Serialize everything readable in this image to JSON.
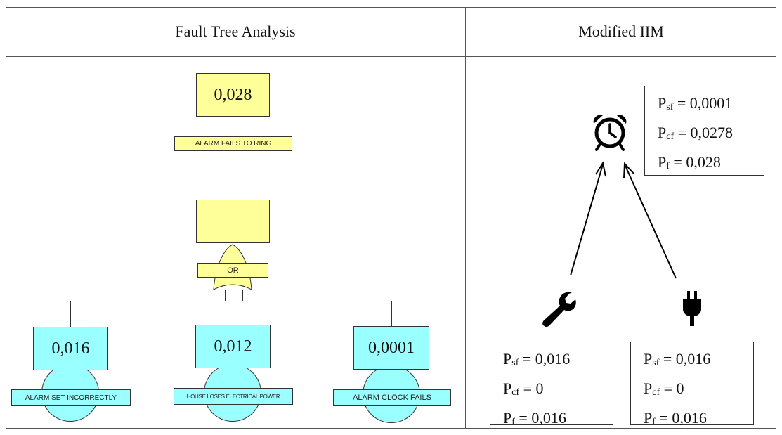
{
  "headers": {
    "left": "Fault Tree Analysis",
    "right": "Modified IIM"
  },
  "fault_tree": {
    "top_event": {
      "value": "0,028",
      "label": "ALARM FAILS TO RING"
    },
    "gate": {
      "label": "OR"
    },
    "basic_events": [
      {
        "value": "0,016",
        "label": "ALARM SET INCORRECTLY"
      },
      {
        "value": "0,012",
        "label": "HOUSE LOSES ELECTRICAL POWER"
      },
      {
        "value": "0,0001",
        "label": "ALARM CLOCK FAILS"
      }
    ],
    "colors": {
      "top": "#ffff99",
      "basic": "#99ffff"
    }
  },
  "iim": {
    "top": {
      "icon": "alarm-clock-icon",
      "rows": [
        {
          "p": "P",
          "sub": "sf",
          "val": " = 0,0001"
        },
        {
          "p": "P",
          "sub": "cf",
          "val": " = 0,0278"
        },
        {
          "p": "P",
          "sub": "f",
          "val": " = 0,028"
        }
      ]
    },
    "left": {
      "icon": "wrench-icon",
      "rows": [
        {
          "p": "P",
          "sub": "sf",
          "val": " = 0,016"
        },
        {
          "p": "P",
          "sub": "cf",
          "val": " = 0"
        },
        {
          "p": "P",
          "sub": "f",
          "val": " = 0,016"
        }
      ]
    },
    "right": {
      "icon": "power-plug-icon",
      "rows": [
        {
          "p": "P",
          "sub": "sf",
          "val": " = 0,016"
        },
        {
          "p": "P",
          "sub": "cf",
          "val": " = 0"
        },
        {
          "p": "P",
          "sub": "f",
          "val": " = 0,016"
        }
      ]
    }
  }
}
